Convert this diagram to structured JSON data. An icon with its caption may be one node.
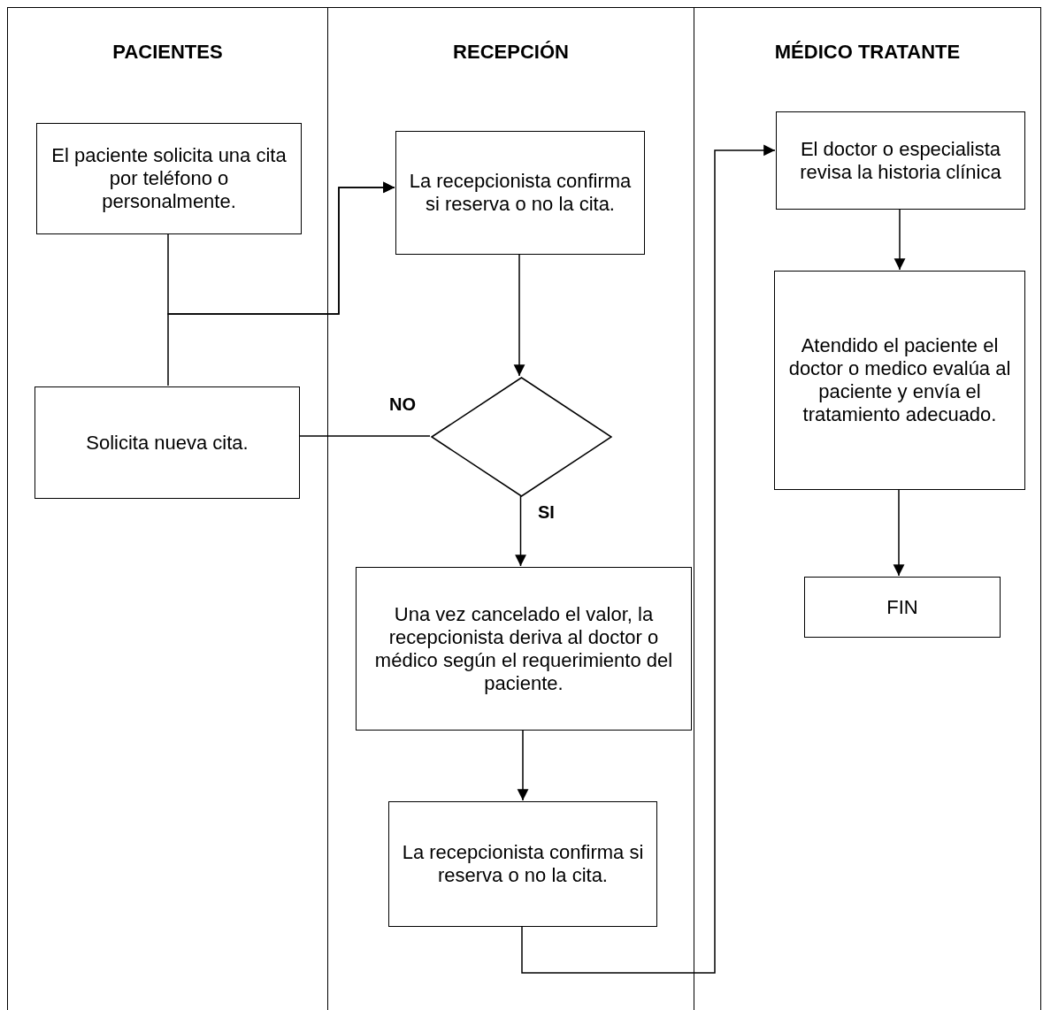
{
  "diagram": {
    "nodes": [
      {
        "text": [
          "PACIENTES"
        ]
      },
      {
        "text": [
          "RECEPCIÓN"
        ]
      },
      {
        "text": [
          "MÉDICO TRATANTE"
        ]
      },
      {
        "text": [
          "El paciente solicita una cita por teléfono o personalmente."
        ],
        "in": 0
      },
      {
        "text": [
          "Solicita nueva cita."
        ],
        "in": 0
      },
      {
        "text": [
          "La recepcionista confirma si reserva o no la cita."
        ],
        "in": 1
      },
      {
        "text": [],
        "shape": "diamond",
        "in": 1
      },
      {
        "text": [
          "Una vez cancelado el valor, la recepcionista deriva al doctor o médico según el requerimiento del paciente."
        ],
        "in": 1
      },
      {
        "text": [
          "La recepcionista confirma si reserva o no la cita."
        ],
        "in": 1
      },
      {
        "text": [
          "El doctor o especialista revisa la historia clínica"
        ],
        "in": 2
      },
      {
        "text": [
          "Atendido el paciente el doctor o medico evalúa al paciente y envía el tratamiento adecuado."
        ],
        "in": 2
      },
      {
        "text": [
          "FIN"
        ],
        "in": 2
      }
    ],
    "edges": [
      {
        "from": 3,
        "to": 5,
        "arrow": "to"
      },
      {
        "from": 4,
        "to": 5,
        "arrow": "to"
      },
      {
        "from": 5,
        "to": 6,
        "arrow": "to"
      },
      {
        "from": 6,
        "to": 4,
        "arrow": "none",
        "label": "NO"
      },
      {
        "from": 6,
        "to": 7,
        "arrow": "to",
        "label": "SI"
      },
      {
        "from": 7,
        "to": 8,
        "arrow": "to"
      },
      {
        "from": 8,
        "to": 9,
        "arrow": "to"
      },
      {
        "from": 9,
        "to": 10,
        "arrow": "to"
      },
      {
        "from": 10,
        "to": 11,
        "arrow": "to"
      }
    ]
  }
}
